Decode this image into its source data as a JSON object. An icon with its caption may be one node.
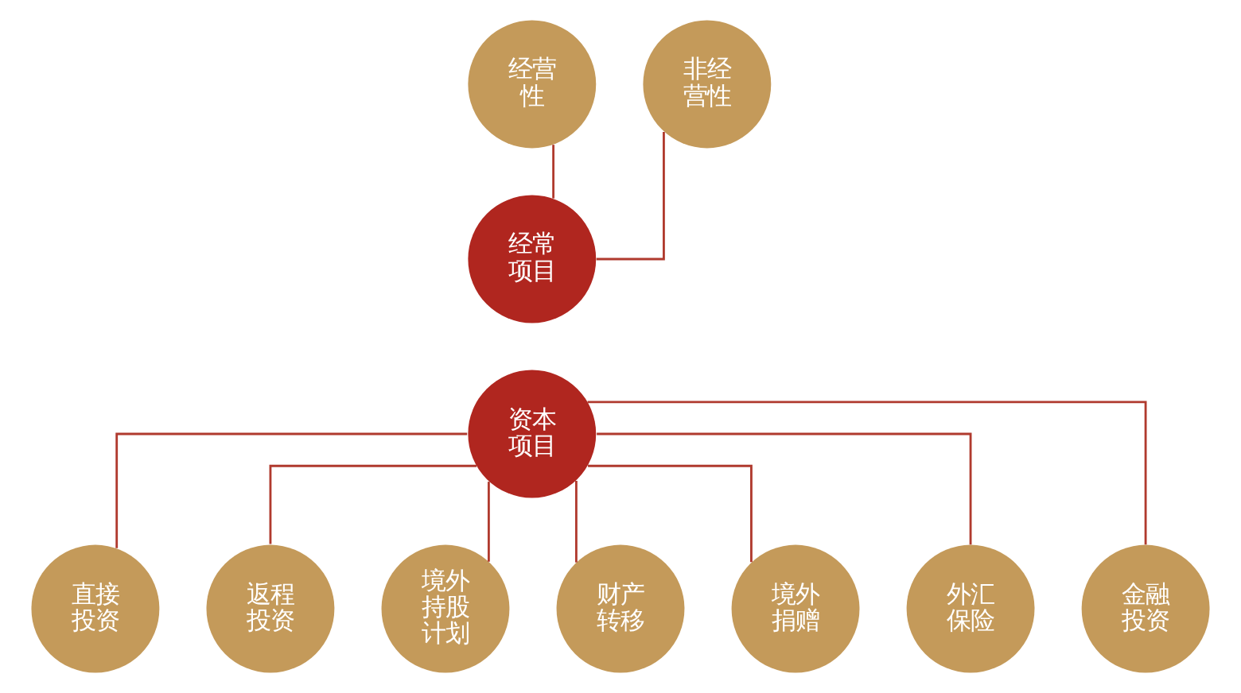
{
  "diagram": {
    "nodes": [
      {
        "text": [
          "经营性"
        ]
      },
      {
        "text": [
          "非经营性"
        ]
      },
      {
        "text": [
          "经常项目"
        ]
      },
      {
        "text": [
          "资本项目"
        ]
      },
      {
        "text": [
          "直接投资"
        ]
      },
      {
        "text": [
          "返程投资"
        ]
      },
      {
        "text": [
          "境外持股计划"
        ]
      },
      {
        "text": [
          "财产转移"
        ]
      },
      {
        "text": [
          "境外捐赠"
        ]
      },
      {
        "text": [
          "外汇保险"
        ]
      },
      {
        "text": [
          "金融投资"
        ]
      }
    ],
    "edges": [
      {
        "from": 2,
        "to": 0,
        "arrow": "none"
      },
      {
        "from": 2,
        "to": 1,
        "arrow": "none"
      },
      {
        "from": 3,
        "to": 4,
        "arrow": "none"
      },
      {
        "from": 3,
        "to": 5,
        "arrow": "none"
      },
      {
        "from": 3,
        "to": 6,
        "arrow": "none"
      },
      {
        "from": 3,
        "to": 7,
        "arrow": "none"
      },
      {
        "from": 3,
        "to": 8,
        "arrow": "none"
      },
      {
        "from": 3,
        "to": 9,
        "arrow": "none"
      },
      {
        "from": 3,
        "to": 10,
        "arrow": "none"
      }
    ]
  }
}
